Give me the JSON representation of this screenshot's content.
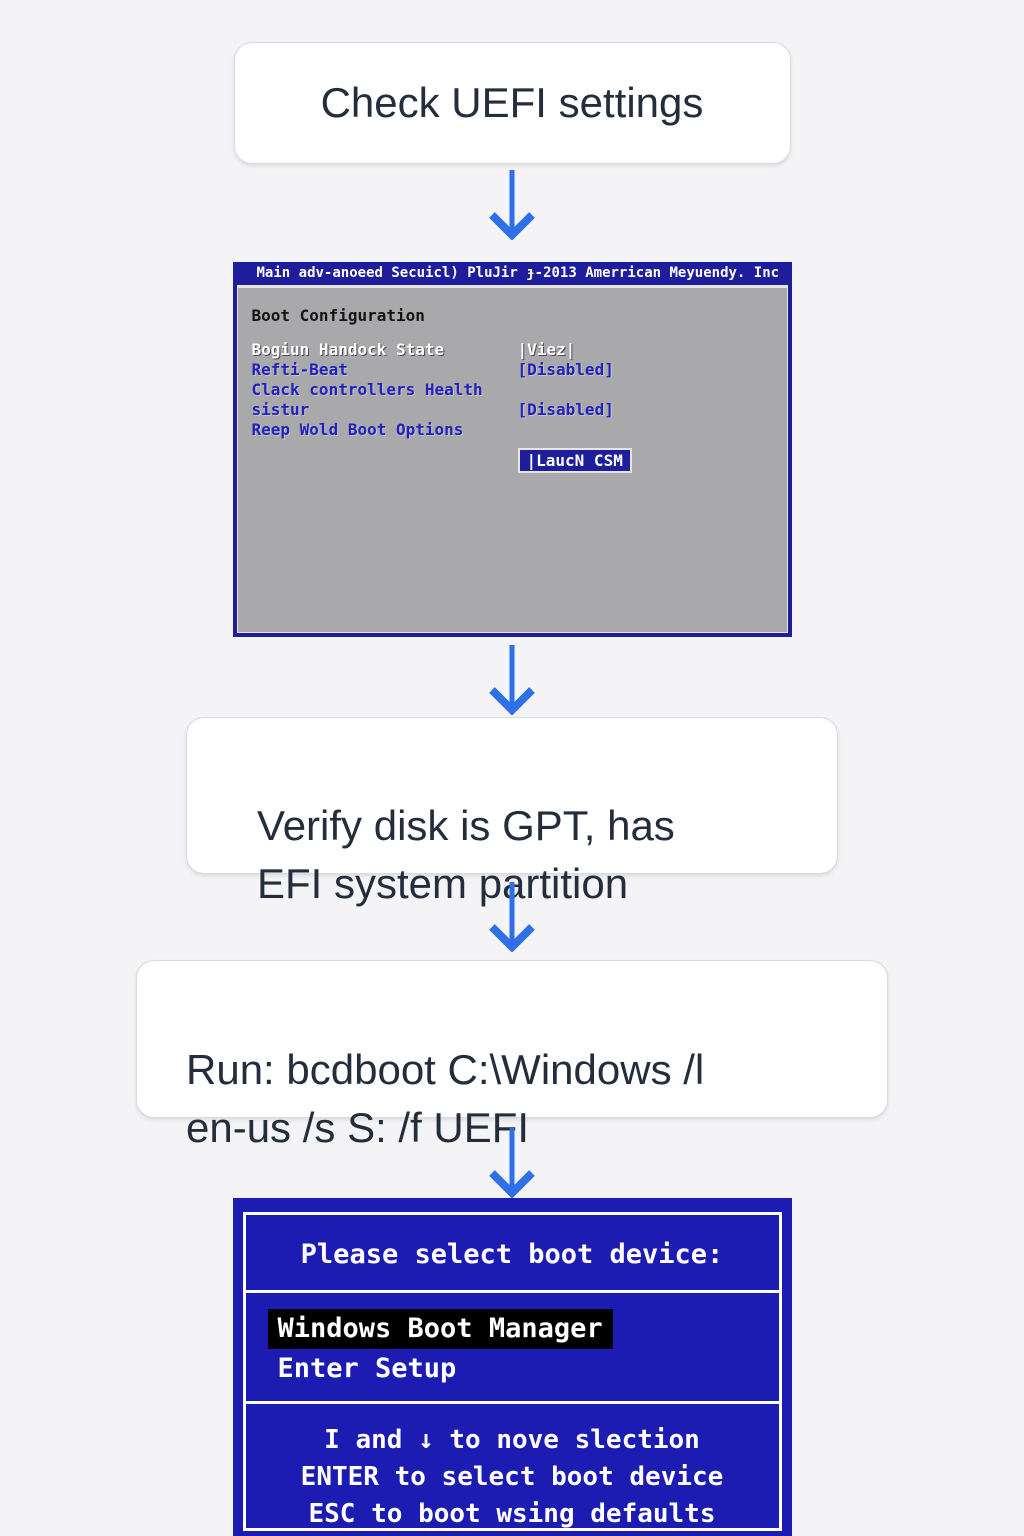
{
  "colors": {
    "page_background": "#F4F4F6",
    "arrow_blue": "#2E70E8",
    "card_text": "#232D3B",
    "bios_navy": "#1E1E9C",
    "bios_gray": "#A9A9AB",
    "bios_blue_text": "#2121BB",
    "boot_screen_blue": "#1C1CB2",
    "selected_option_background": "#000000"
  },
  "flow": {
    "steps": [
      {
        "label": "Check UEFI settings"
      },
      {
        "label": "Verify disk is GPT, has\nEFI system partition"
      },
      {
        "label": "Run: bcdboot C:\\Windows /l\nen-us /s S: /f UEFI"
      }
    ]
  },
  "bios_screen": {
    "menu_bar": "Main  adv-anoeed Secuicl) PluJir ɟ-2013 Amerrican Meyuendy. Inc",
    "section_title": "Boot Configuration",
    "settings": [
      {
        "label": "Bogiun Handock State",
        "value": "|Viez|"
      },
      {
        "label": "Refti-Beat",
        "value": "[Disabled]"
      },
      {
        "label": "Clack controllers Health",
        "value": ""
      },
      {
        "label": "sistur",
        "value": "[Disabled]"
      },
      {
        "label": "Reep Wold Boot Options",
        "value": ""
      }
    ],
    "highlighted_option": "|LaucN CSM"
  },
  "boot_menu": {
    "title": "Please select boot device:",
    "options": [
      {
        "label": "Windows Boot Manager",
        "selected": true
      },
      {
        "label": "Enter Setup",
        "selected": false
      }
    ],
    "help_lines": [
      "I and ↓ to nove slection",
      "ENTER to select boot device",
      "ESC to boot wsing defaults"
    ]
  }
}
